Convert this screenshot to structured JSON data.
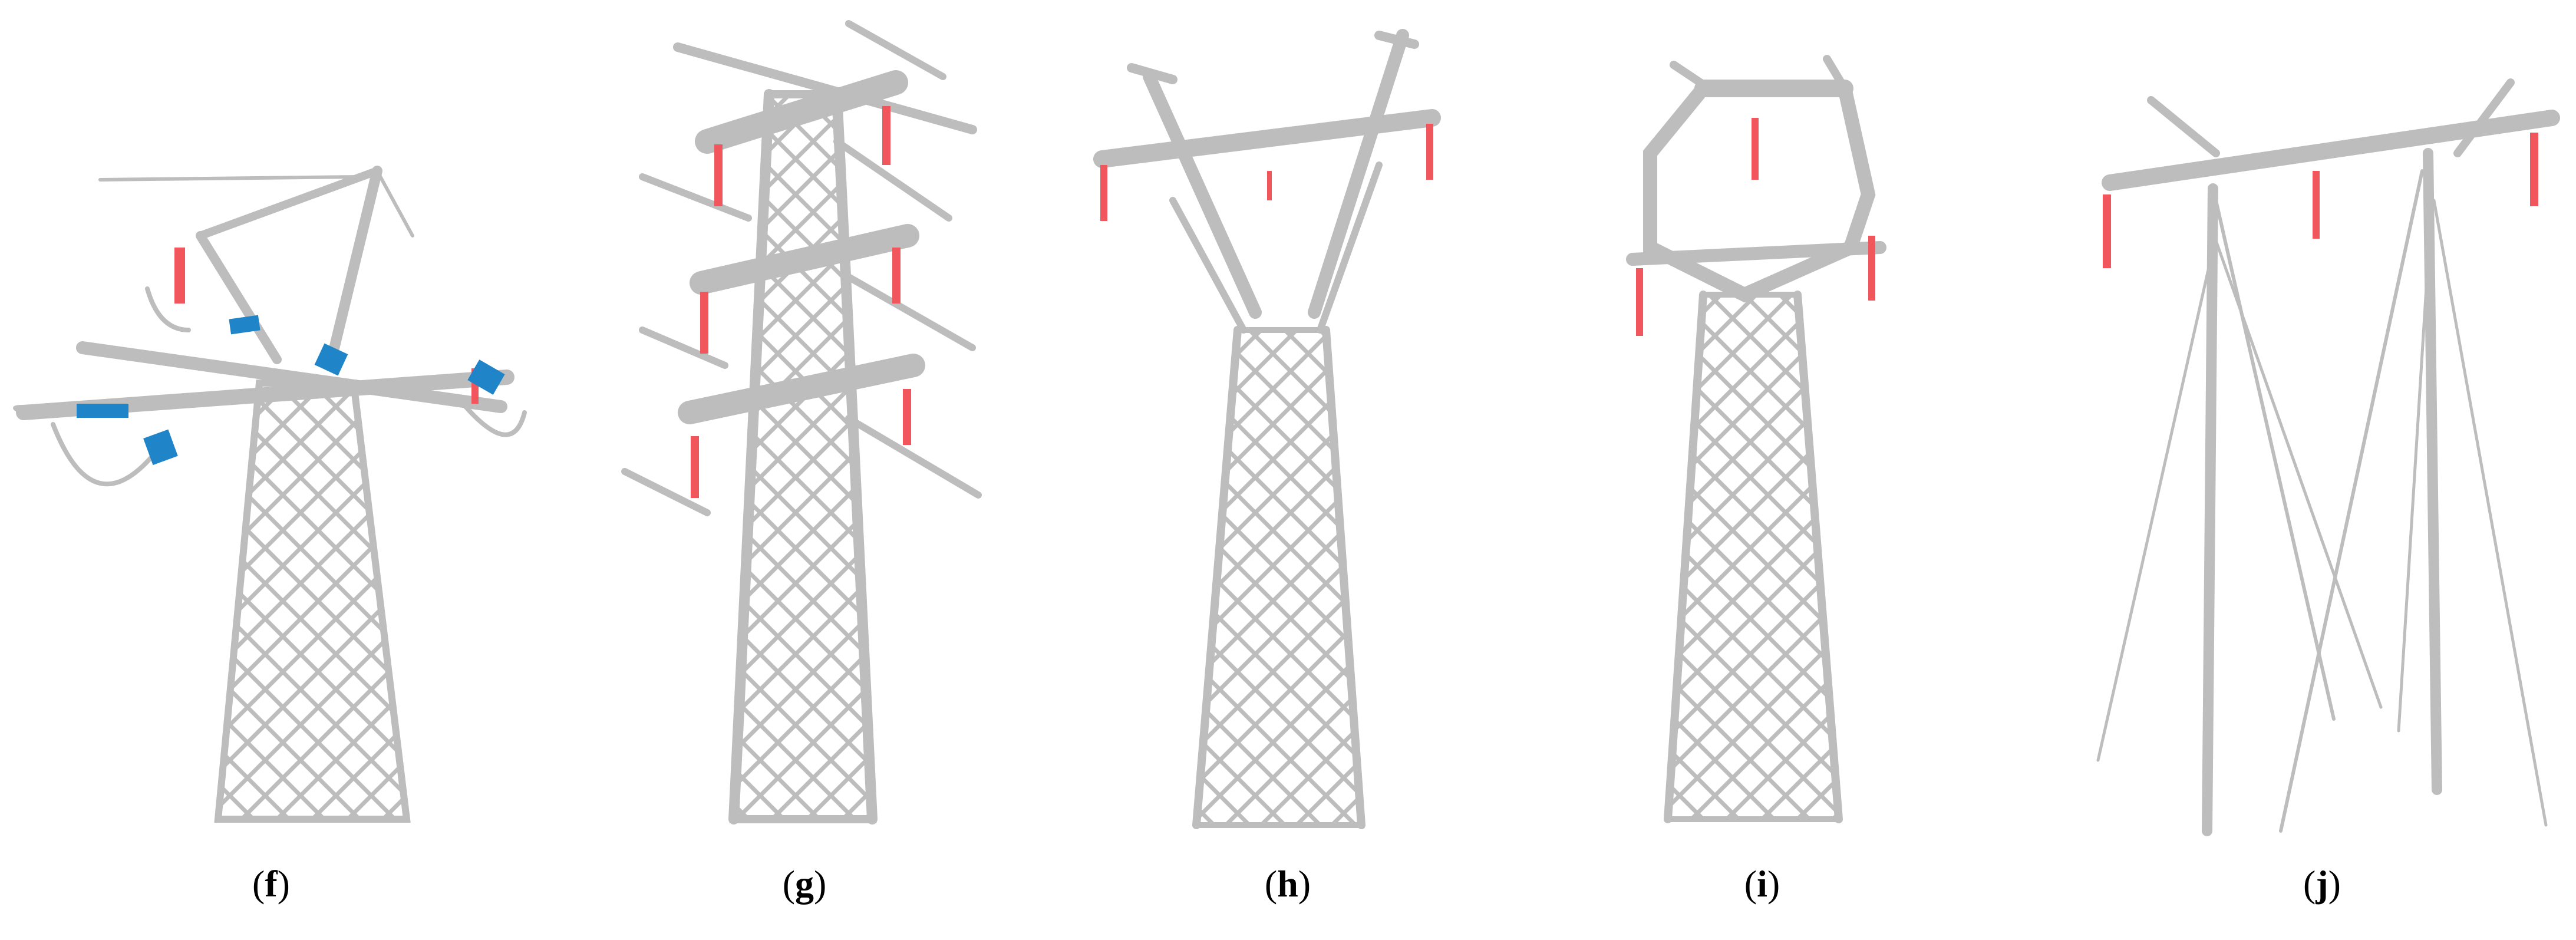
{
  "figure": {
    "panels": [
      {
        "id": "f",
        "label_open": "(",
        "label_letter": "f",
        "label_close": ")"
      },
      {
        "id": "g",
        "label_open": "(",
        "label_letter": "g",
        "label_close": ")"
      },
      {
        "id": "h",
        "label_open": "(",
        "label_letter": "h",
        "label_close": ")"
      },
      {
        "id": "i",
        "label_open": "(",
        "label_letter": "i",
        "label_close": ")"
      },
      {
        "id": "j",
        "label_open": "(",
        "label_letter": "j",
        "label_close": ")"
      }
    ],
    "colors": {
      "tower_points": "#bdbdbd",
      "insulator_points": "#f0565b",
      "other_points": "#1f85c8",
      "background": "#ffffff"
    }
  }
}
